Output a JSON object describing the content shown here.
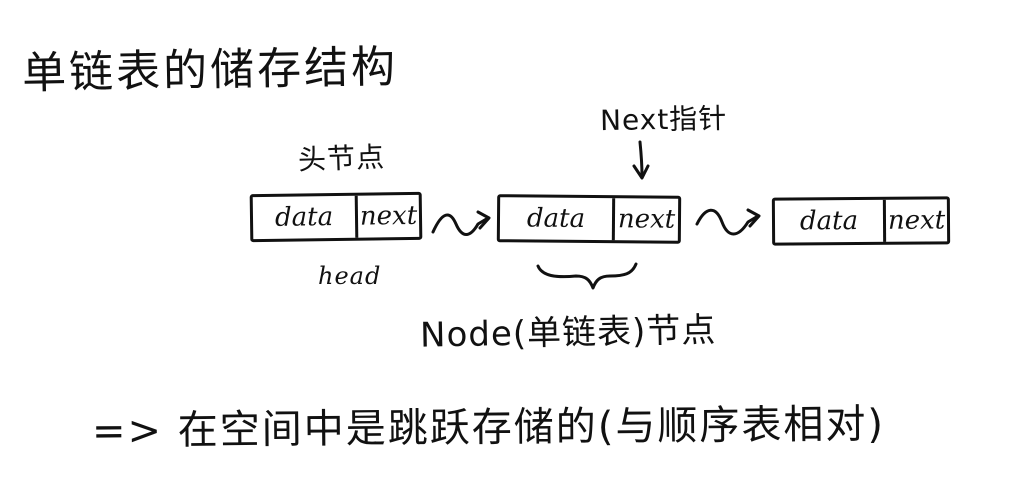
{
  "title": "单链表的储存结构",
  "labels": {
    "head_node": "头节点",
    "next_pointer": "Next指针",
    "head": "head",
    "node_type": "Node(单链表)节点"
  },
  "nodes": [
    {
      "data": "data",
      "next": "next"
    },
    {
      "data": "data",
      "next": "next"
    },
    {
      "data": "data",
      "next": "next"
    }
  ],
  "note": "=> 在空间中是跳跃存储的(与顺序表相对)"
}
